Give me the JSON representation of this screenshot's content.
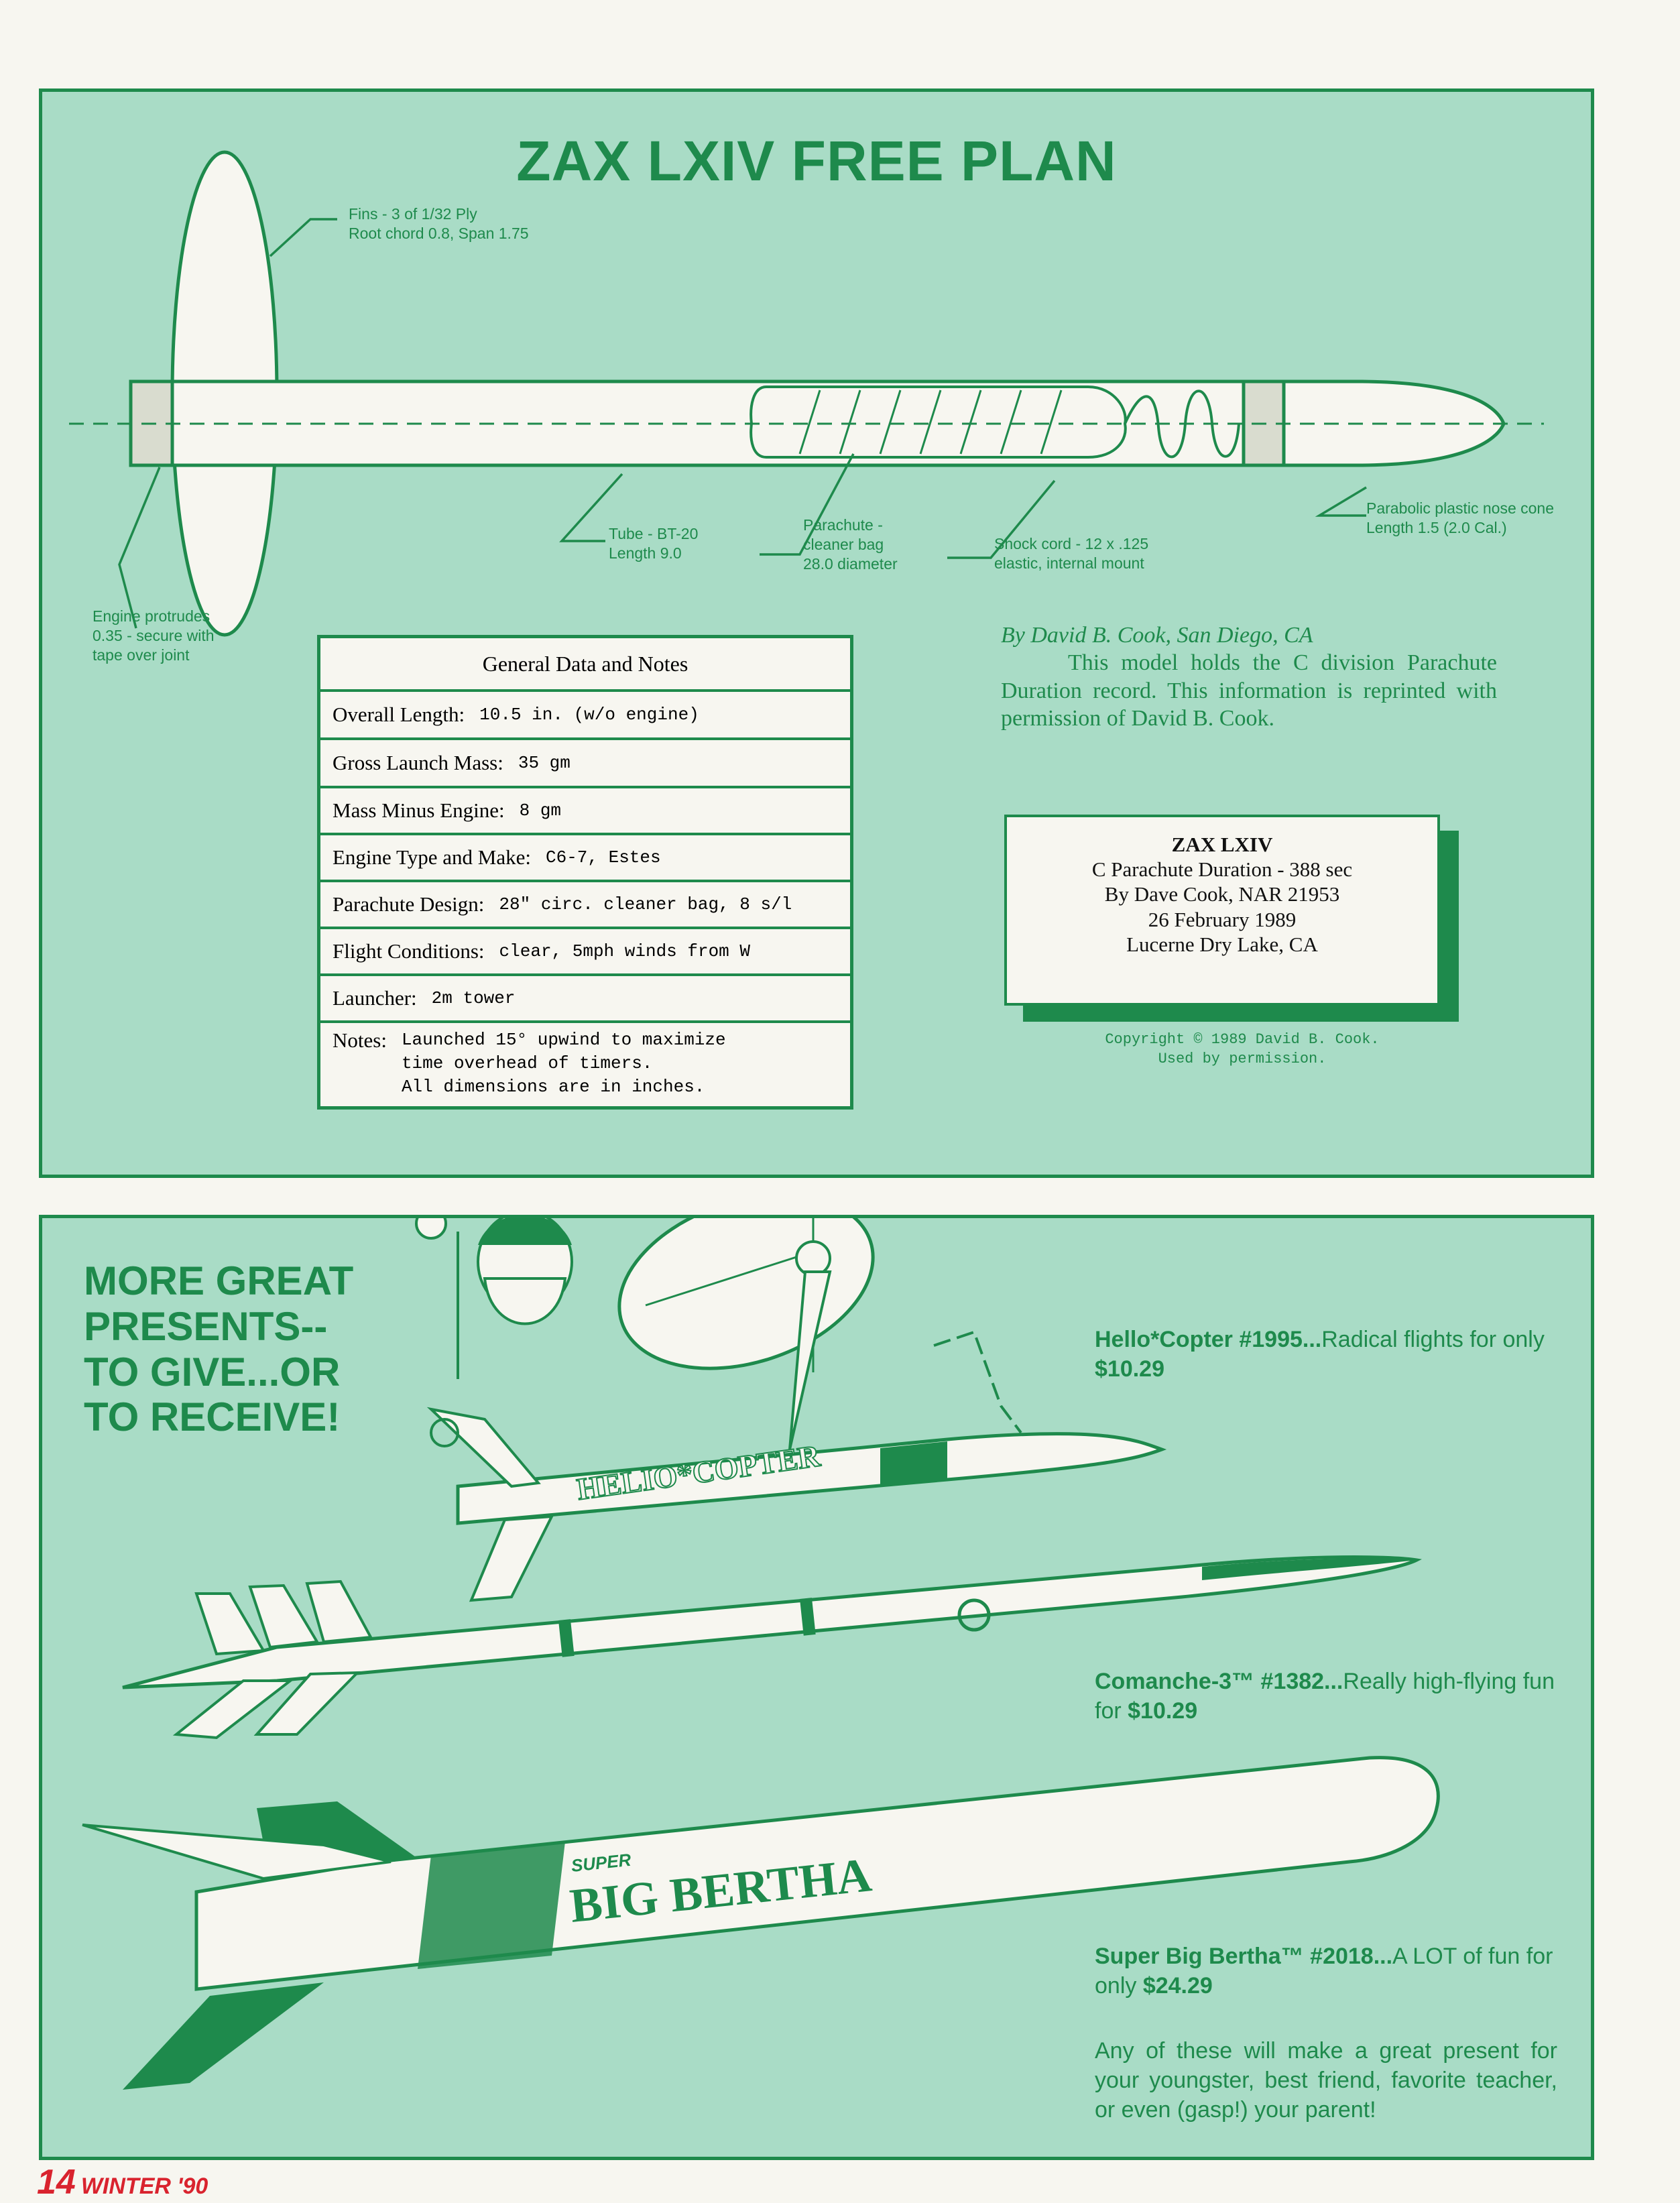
{
  "top_panel": {
    "title": "ZAX LXIV FREE PLAN",
    "callouts": {
      "fins": "Fins - 3 of 1/32 Ply\nRoot chord 0.8, Span 1.75",
      "tube": "Tube - BT-20\nLength 9.0",
      "parachute": "Parachute -\ncleaner bag\n28.0 diameter",
      "shock_cord": "Shock cord - 12 x .125\nelastic, internal mount",
      "nose_cone": "Parabolic plastic nose cone\nLength 1.5  (2.0 Cal.)",
      "engine": "Engine protrudes\n0.35 - secure with\ntape over joint"
    },
    "table": {
      "heading": "General Data and Notes",
      "rows": [
        {
          "key": "Overall Length:",
          "value": "10.5 in. (w/o engine)"
        },
        {
          "key": "Gross Launch Mass:",
          "value": "35 gm"
        },
        {
          "key": "Mass Minus Engine:",
          "value": "8 gm"
        },
        {
          "key": "Engine Type and Make:",
          "value": "C6-7, Estes"
        },
        {
          "key": "Parachute Design:",
          "value": "28\" circ. cleaner bag, 8 s/l"
        },
        {
          "key": "Flight Conditions:",
          "value": "clear, 5mph winds from W"
        },
        {
          "key": "Launcher:",
          "value": "2m tower"
        },
        {
          "key": "Notes:",
          "value": "Launched 15° upwind to maximize\ntime overhead of timers.\nAll dimensions are in inches."
        }
      ]
    },
    "byline": {
      "author": "By David B. Cook, San Diego, CA",
      "text": "This model holds the C division Parachute Duration record. This information is reprinted with permission of David B. Cook."
    },
    "record_box": {
      "title": "ZAX LXIV",
      "line1": "C Parachute Duration - 388 sec",
      "line2": "By Dave Cook, NAR 21953",
      "line3": "26 February 1989",
      "line4": "Lucerne Dry Lake, CA"
    },
    "copyright": "Copyright © 1989 David B. Cook.\nUsed by permission."
  },
  "bottom_panel": {
    "headline": "MORE GREAT\nPRESENTS--\nTO GIVE...OR\nTO RECEIVE!",
    "helio": {
      "name": "Hello*Copter  #1995...",
      "desc": "Radical flights for only ",
      "price": "$10.29",
      "decal": "HELIO*COPTER"
    },
    "comanche": {
      "name": "Comanche-3™ #1382...",
      "desc": "Really high-flying fun for ",
      "price": "$10.29"
    },
    "bertha": {
      "name": "Super Big Bertha™ #2018...",
      "desc": "A LOT of fun for only ",
      "price": "$24.29",
      "decal_small": "SUPER",
      "decal": "BIG BERTHA"
    },
    "closing": "Any of these will make a great present for your youngster, best friend, favorite teacher, or even (gasp!) your parent!"
  },
  "footer": {
    "page": "14",
    "season": "WINTER '90"
  },
  "colors": {
    "panel": "#a9dcc6",
    "accent": "#1e8a4c",
    "footer": "#d9232e"
  }
}
